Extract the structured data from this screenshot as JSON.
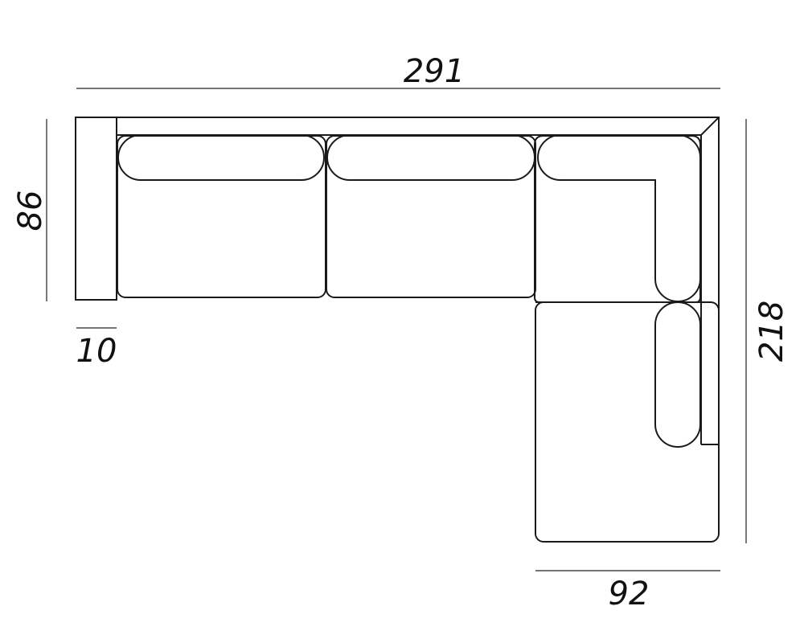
{
  "dimensions": {
    "overall_width": "291",
    "depth": "86",
    "arm_width": "10",
    "overall_length": "218",
    "chaise_width": "92"
  },
  "colors": {
    "line": "#1a1a1a",
    "background": "#ffffff"
  }
}
